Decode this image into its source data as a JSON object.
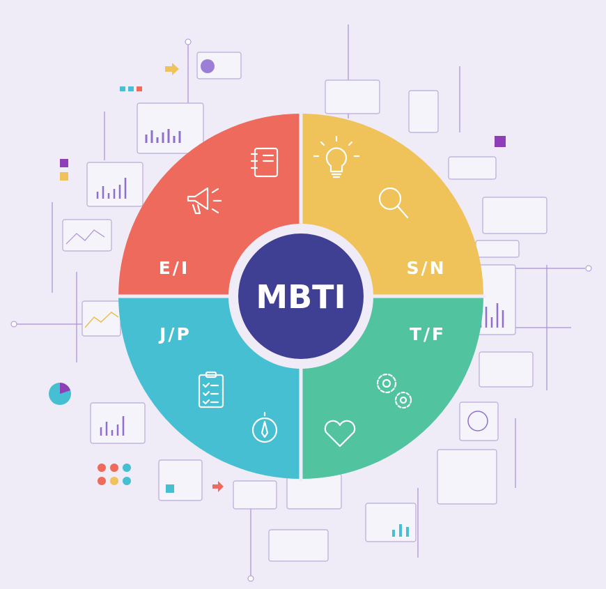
{
  "title": "MBTI",
  "quadrants": [
    {
      "label": "E/I",
      "color": "#ee6a5c",
      "icons": [
        "megaphone-icon",
        "notebook-icon"
      ]
    },
    {
      "label": "S/N",
      "color": "#efc25a",
      "icons": [
        "lightbulb-icon",
        "magnifier-icon"
      ]
    },
    {
      "label": "J/P",
      "color": "#46bfd3",
      "icons": [
        "clipboard-checklist-icon",
        "compass-icon"
      ]
    },
    {
      "label": "T/F",
      "color": "#52c39f",
      "icons": [
        "gears-icon",
        "heart-icon"
      ]
    }
  ],
  "colors": {
    "center": "#3f3f94",
    "background": "#efecf7",
    "accent": "#9b59d0"
  }
}
